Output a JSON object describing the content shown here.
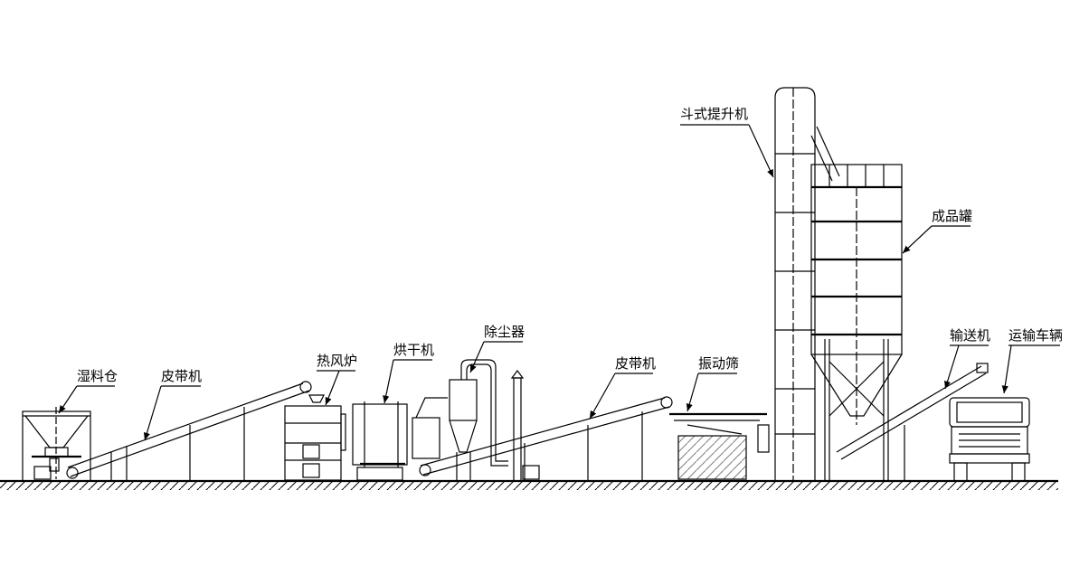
{
  "title": "Drying production line process diagram",
  "labels": {
    "wet_bin": "湿料仓",
    "belt_conveyor_1": "皮带机",
    "hot_air_furnace": "热风炉",
    "dryer": "烘干机",
    "dust_collector": "除尘器",
    "belt_conveyor_2": "皮带机",
    "vibrating_screen": "振动筛",
    "bucket_elevator": "斗式提升机",
    "product_tank": "成品罐",
    "conveyor": "输送机",
    "transport_vehicle": "运输车辆"
  }
}
